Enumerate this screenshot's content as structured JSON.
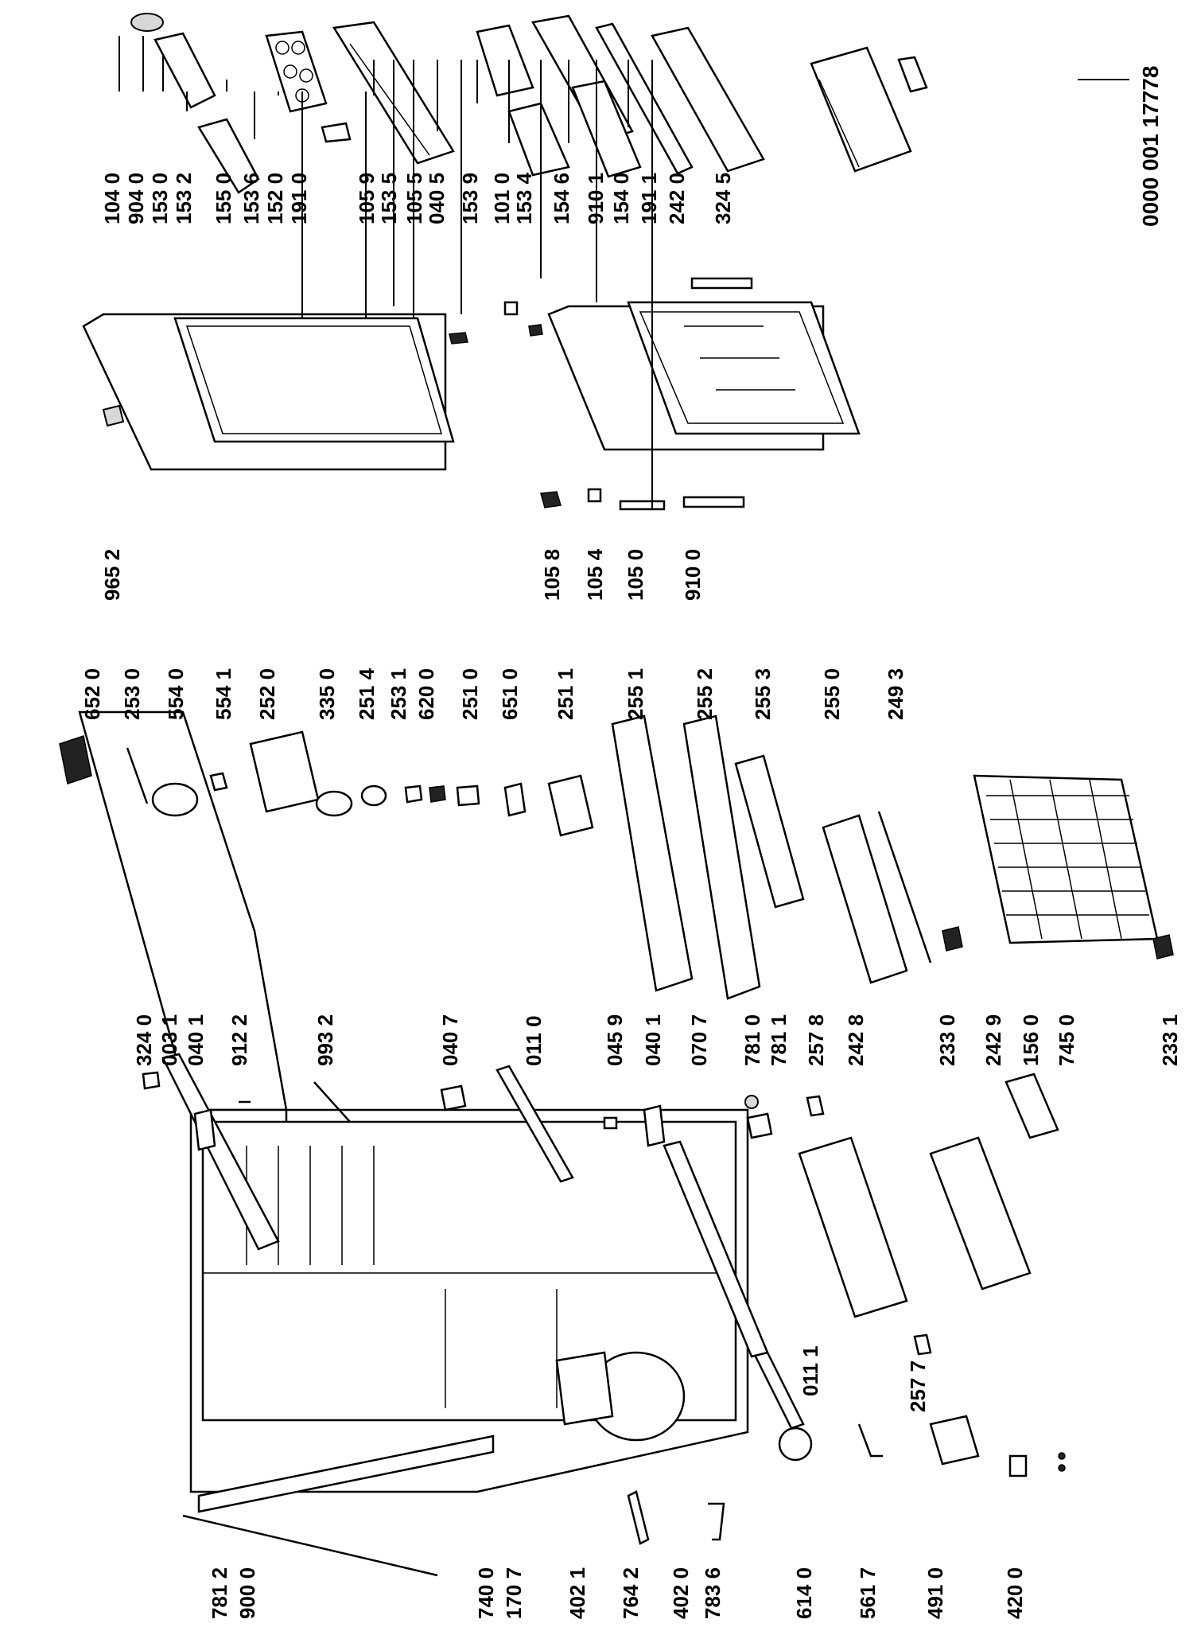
{
  "document_id": "0000 001 17778",
  "labels": {
    "l_104_0": "104 0",
    "l_904_0": "904 0",
    "l_153_0": "153 0",
    "l_153_2": "153 2",
    "l_155_0": "155 0",
    "l_153_6": "153 6",
    "l_152_0": "152 0",
    "l_191_0": "191 0",
    "l_105_9": "105 9",
    "l_153_5": "153 5",
    "l_105_5": "105 5",
    "l_040_5": "040 5",
    "l_153_9": "153 9",
    "l_101_0": "101 0",
    "l_153_4": "153 4",
    "l_154_6": "154 6",
    "l_910_1": "910 1",
    "l_154_0": "154 0",
    "l_191_1": "191 1",
    "l_242_0": "242 0",
    "l_324_5": "324 5",
    "l_965_2": "965 2",
    "l_105_8": "105 8",
    "l_105_4": "105 4",
    "l_105_0": "105 0",
    "l_910_0": "910 0",
    "l_652_0": "652 0",
    "l_253_0": "253 0",
    "l_554_0": "554 0",
    "l_554_1": "554 1",
    "l_252_0": "252 0",
    "l_335_0": "335 0",
    "l_251_4": "251 4",
    "l_253_1": "253 1",
    "l_620_0": "620 0",
    "l_251_0": "251 0",
    "l_651_0": "651 0",
    "l_251_1": "251 1",
    "l_255_1": "255 1",
    "l_255_2": "255 2",
    "l_255_3": "255 3",
    "l_255_0": "255 0",
    "l_249_3": "249 3",
    "l_324_0": "324 0",
    "l_003_1": "003 1",
    "l_040_1a": "040 1",
    "l_912_2": "912 2",
    "l_993_2": "993 2",
    "l_040_7": "040 7",
    "l_011_0": "011 0",
    "l_045_9": "045 9",
    "l_040_1b": "040 1",
    "l_070_7": "070 7",
    "l_781_0": "781 0",
    "l_781_1": "781 1",
    "l_257_8": "257 8",
    "l_242_8": "242 8",
    "l_233_0": "233 0",
    "l_242_9": "242 9",
    "l_156_0": "156 0",
    "l_745_0": "745 0",
    "l_233_1": "233 1",
    "l_781_2": "781 2",
    "l_900_0": "900 0",
    "l_740_0": "740 0",
    "l_170_7": "170 7",
    "l_402_1": "402 1",
    "l_764_2": "764 2",
    "l_402_0": "402 0",
    "l_783_6": "783 6",
    "l_614_0": "614 0",
    "l_561_7": "561 7",
    "l_491_0": "491 0",
    "l_420_0": "420 0",
    "l_011_1": "011 1",
    "l_257_7": "257 7"
  }
}
